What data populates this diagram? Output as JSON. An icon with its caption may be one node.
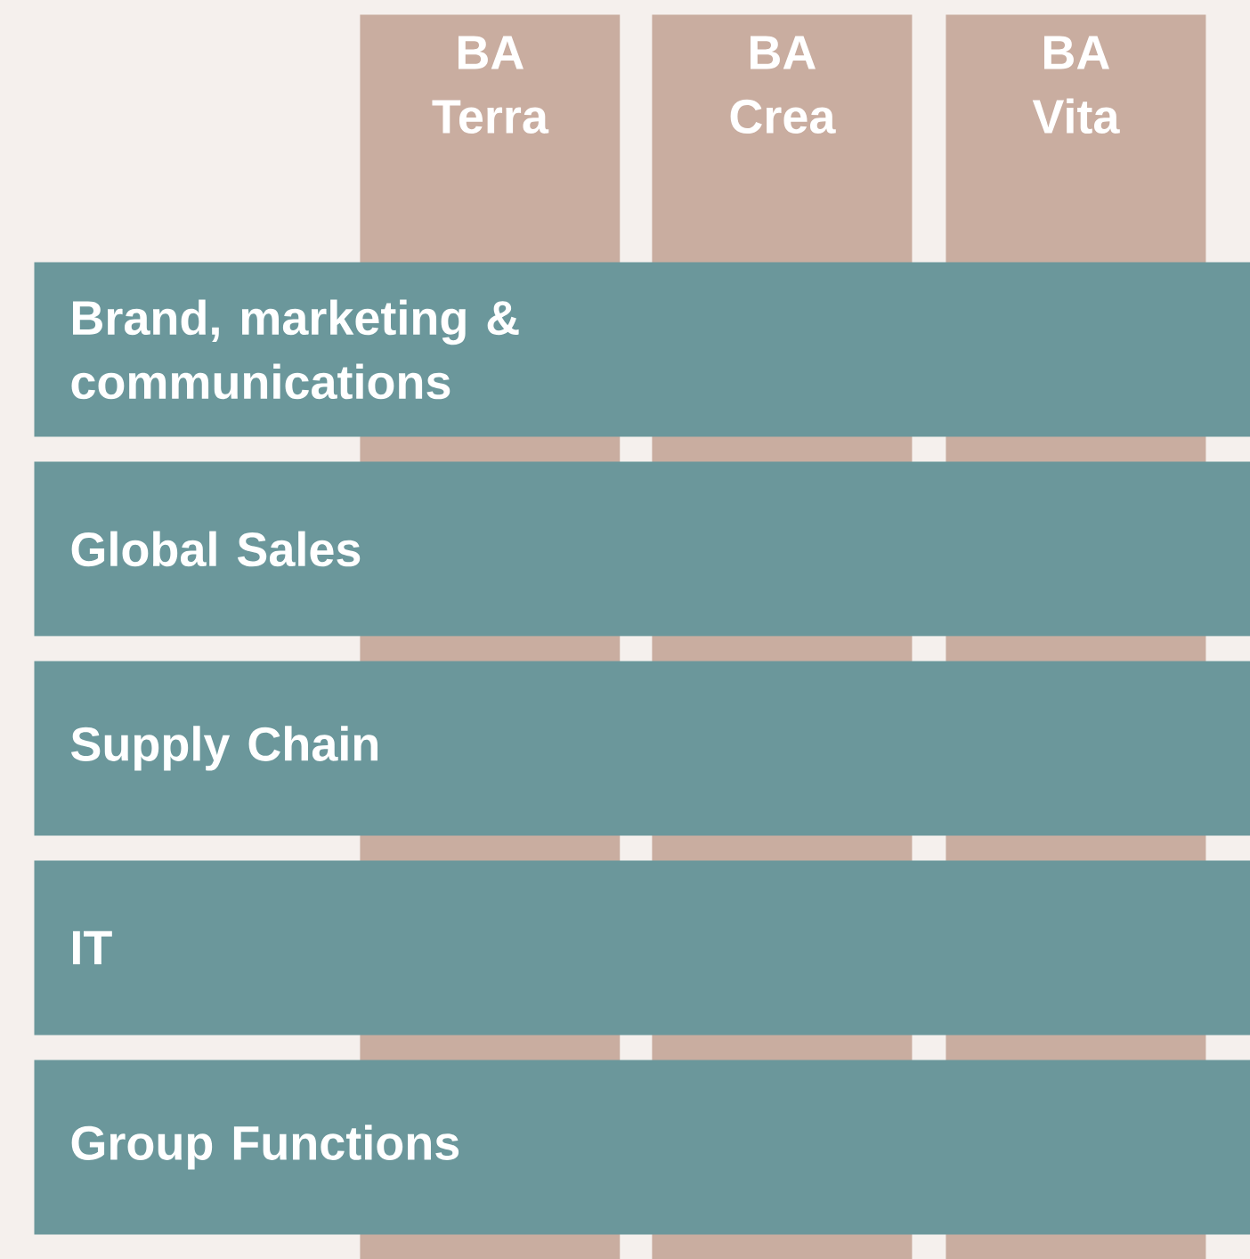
{
  "diagram": {
    "nodes": [
      {
        "text": [
          "BA Terra"
        ]
      },
      {
        "text": [
          "BA Crea"
        ]
      },
      {
        "text": [
          "BA Vita"
        ]
      },
      {
        "text": [
          "Brand, marketing & communications"
        ]
      },
      {
        "text": [
          "Global Sales"
        ]
      },
      {
        "text": [
          "Supply Chain"
        ]
      },
      {
        "text": [
          "IT"
        ]
      },
      {
        "text": [
          "Group Functions"
        ]
      }
    ]
  }
}
